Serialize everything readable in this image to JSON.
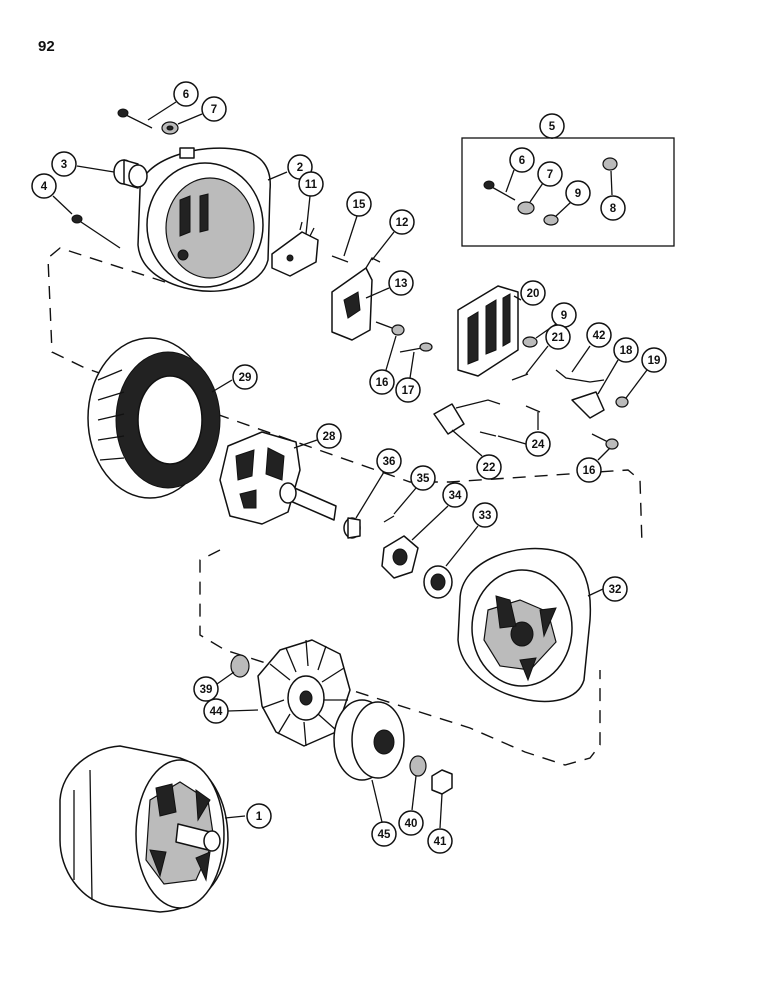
{
  "page": {
    "number": "92"
  },
  "callouts": [
    {
      "id": "c1",
      "label": "1"
    },
    {
      "id": "c2",
      "label": "2"
    },
    {
      "id": "c3",
      "label": "3"
    },
    {
      "id": "c4",
      "label": "4"
    },
    {
      "id": "c5",
      "label": "5"
    },
    {
      "id": "c6a",
      "label": "6"
    },
    {
      "id": "c7a",
      "label": "7"
    },
    {
      "id": "c6b",
      "label": "6"
    },
    {
      "id": "c7b",
      "label": "7"
    },
    {
      "id": "c9a",
      "label": "9"
    },
    {
      "id": "c8",
      "label": "8"
    },
    {
      "id": "c11",
      "label": "11"
    },
    {
      "id": "c15",
      "label": "15"
    },
    {
      "id": "c12",
      "label": "12"
    },
    {
      "id": "c13",
      "label": "13"
    },
    {
      "id": "c16a",
      "label": "16"
    },
    {
      "id": "c17",
      "label": "17"
    },
    {
      "id": "c20",
      "label": "20"
    },
    {
      "id": "c9b",
      "label": "9"
    },
    {
      "id": "c42",
      "label": "42"
    },
    {
      "id": "c18",
      "label": "18"
    },
    {
      "id": "c19",
      "label": "19"
    },
    {
      "id": "c21",
      "label": "21"
    },
    {
      "id": "c24",
      "label": "24"
    },
    {
      "id": "c22",
      "label": "22"
    },
    {
      "id": "c16b",
      "label": "16"
    },
    {
      "id": "c29",
      "label": "29"
    },
    {
      "id": "c28",
      "label": "28"
    },
    {
      "id": "c36",
      "label": "36"
    },
    {
      "id": "c35",
      "label": "35"
    },
    {
      "id": "c34",
      "label": "34"
    },
    {
      "id": "c33",
      "label": "33"
    },
    {
      "id": "c32",
      "label": "32"
    },
    {
      "id": "c39",
      "label": "39"
    },
    {
      "id": "c44",
      "label": "44"
    },
    {
      "id": "c45",
      "label": "45"
    },
    {
      "id": "c40",
      "label": "40"
    },
    {
      "id": "c41",
      "label": "41"
    }
  ]
}
